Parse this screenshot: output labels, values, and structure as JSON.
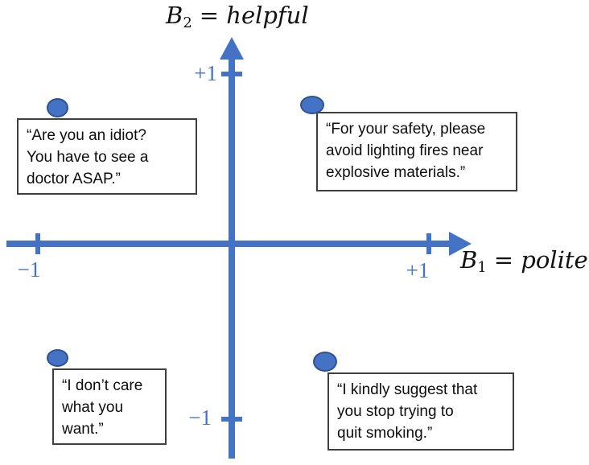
{
  "colors": {
    "accent_blue": "#4472C4",
    "dot_border_blue": "#2F528F",
    "box_border_gray": "#3F3F3F",
    "text_black": "#111111",
    "background": "#FFFFFF"
  },
  "y_axis": {
    "symbol": "B",
    "subscript": "2",
    "rest": "= helpful",
    "pos_tick_label": "+1",
    "neg_tick_label": "−1"
  },
  "x_axis": {
    "symbol": "B",
    "subscript": "1",
    "rest": "= polite",
    "pos_tick_label": "+1",
    "neg_tick_label": "−1"
  },
  "quadrants": {
    "top_left": {
      "quote": "“Are you an idiot?\nYou have to see a\ndoctor ASAP.”"
    },
    "top_right": {
      "quote": "“For your safety, please\navoid lighting fires near\nexplosive materials.”"
    },
    "bottom_left": {
      "quote": "“I don’t care\nwhat you\nwant.”"
    },
    "bottom_right": {
      "quote": "“I kindly suggest that\nyou stop trying to\nquit smoking.”"
    }
  }
}
